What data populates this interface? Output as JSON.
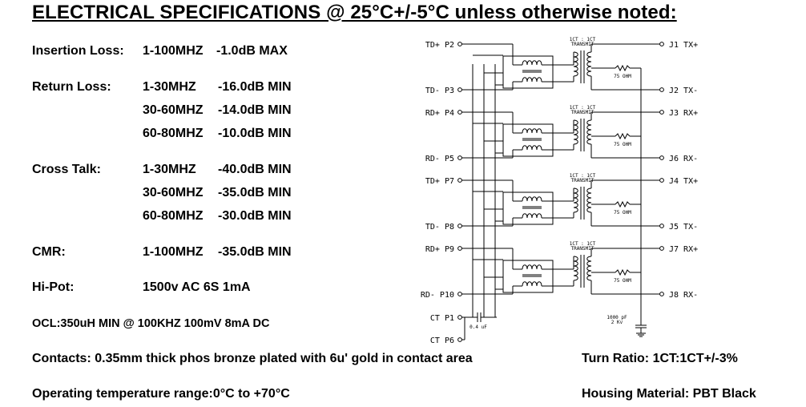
{
  "title": "ELECTRICAL SPECIFICATIONS @ 25°C+/-5°C unless otherwise noted:",
  "specs": {
    "insertion_loss": {
      "label": "Insertion Loss:",
      "range": "1-100MHZ",
      "value": "-1.0dB MAX"
    },
    "return_loss": {
      "label": "Return Loss:",
      "rows": [
        {
          "range": "1-30MHZ",
          "value": "-16.0dB MIN"
        },
        {
          "range": "30-60MHZ",
          "value": "-14.0dB MIN"
        },
        {
          "range": "60-80MHZ",
          "value": "-10.0dB MIN"
        }
      ]
    },
    "cross_talk": {
      "label": "Cross Talk:",
      "rows": [
        {
          "range": "1-30MHZ",
          "value": "-40.0dB MIN"
        },
        {
          "range": "30-60MHZ",
          "value": "-35.0dB MIN"
        },
        {
          "range": "60-80MHZ",
          "value": "-30.0dB MIN"
        }
      ]
    },
    "cmr": {
      "label": "CMR:",
      "range": "1-100MHZ",
      "value": "-35.0dB MIN"
    },
    "hipot": {
      "label": "Hi-Pot:",
      "value": "1500v AC 6S 1mA"
    },
    "ocl": "OCL:350uH MIN @ 100KHZ 100mV 8mA DC",
    "contacts": "Contacts: 0.35mm thick phos bronze plated with 6u' gold in contact area",
    "turn_ratio": "Turn Ratio: 1CT:1CT+/-3%",
    "operating_temp": "Operating temperature range:0°C to +70°C",
    "housing": "Housing Material: PBT Black"
  },
  "schematic": {
    "left_pins": [
      "TD+ P2",
      "TD- P3",
      "RD+ P4",
      "RD- P5",
      "TD+ P7",
      "TD- P8",
      "RD+ P9",
      "RD- P10",
      "CT P1",
      "CT P6"
    ],
    "right_pins": [
      "J1 TX+",
      "J2 TX-",
      "J3 RX+",
      "J6 RX-",
      "J4 TX+",
      "J5 TX-",
      "J7 RX+",
      "J8 RX-"
    ],
    "transformer_label_top": "1CT : 1CT",
    "transformer_label_bottom": "TRANSMIT",
    "resistor_label": "75 OHM",
    "cap_left": "0.4 uF",
    "cap_right_1": "1000 pF",
    "cap_right_2": "2 Kv"
  }
}
